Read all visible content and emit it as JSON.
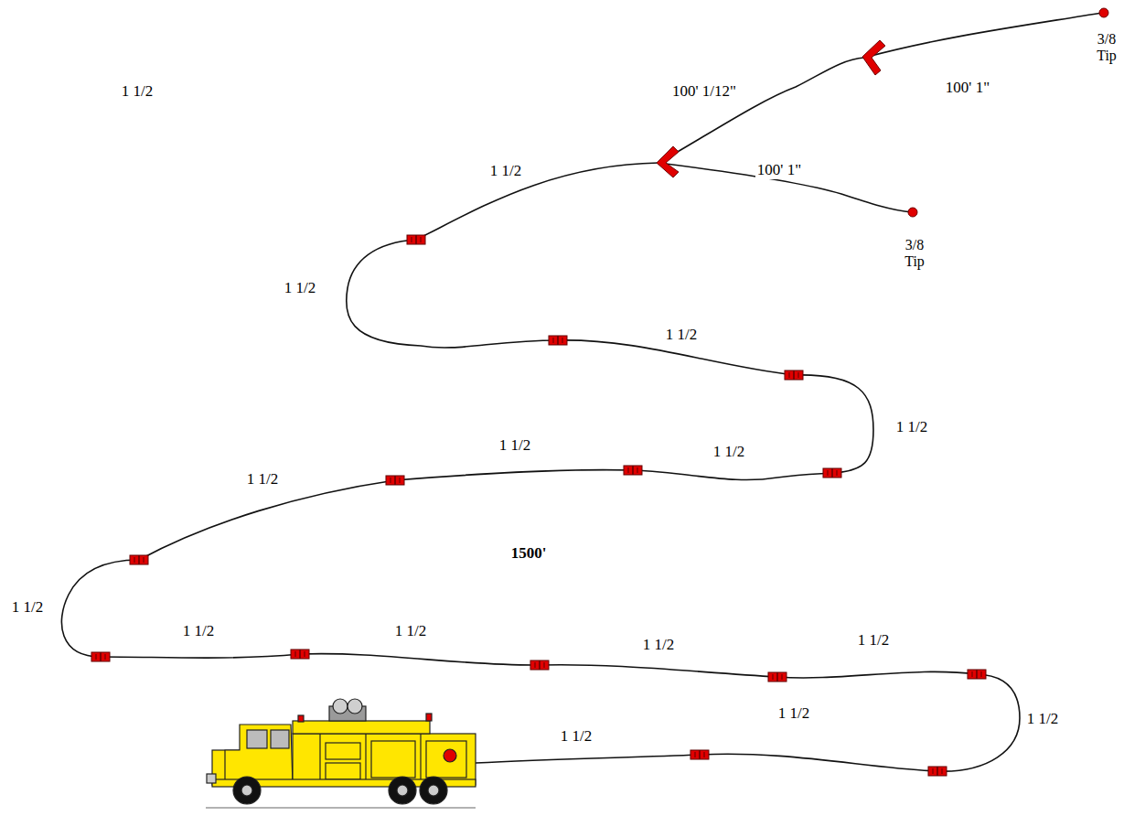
{
  "diagram": {
    "labels": [
      "3/8 Tip",
      "100' 1/12\"",
      "100' 1\"",
      "1 1/2",
      "100' 1\"",
      "1 1/2",
      "3/8 Tip",
      "1 1/2",
      "1 1/2",
      "1 1/2",
      "1 1/2",
      "1 1/2",
      "1 1/2",
      "1500'",
      "1 1/2",
      "1 1/2",
      "1 1/2",
      "1 1/2",
      "1 1/2",
      "1 1/2",
      "1 1/2",
      "1 1/2"
    ]
  }
}
